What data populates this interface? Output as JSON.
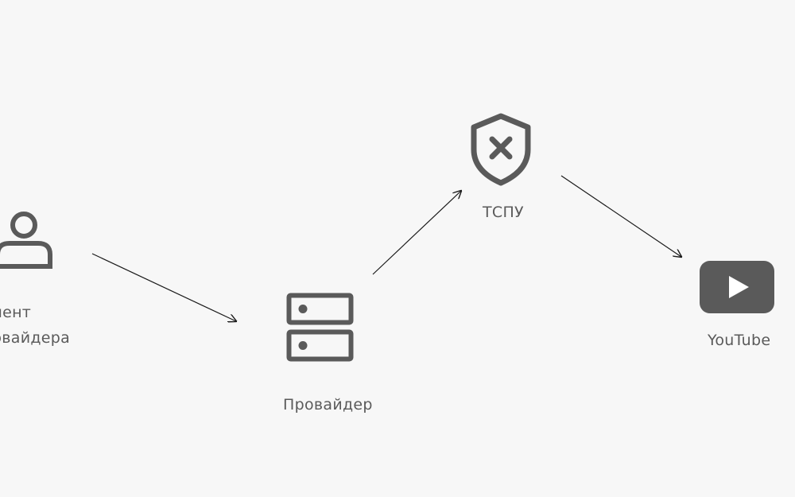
{
  "nodes": {
    "client": {
      "label_line1": "лиент",
      "label_line2": "ровайдера",
      "icon": "user-icon"
    },
    "provider": {
      "label": "Провайдер",
      "icon": "server-icon"
    },
    "tspu": {
      "label": "ТСПУ",
      "icon": "shield-x-icon"
    },
    "youtube": {
      "label": "YouTube",
      "icon": "youtube-play-icon"
    }
  },
  "edges": [
    {
      "from": "client",
      "to": "provider"
    },
    {
      "from": "provider",
      "to": "tspu"
    },
    {
      "from": "tspu",
      "to": "youtube"
    }
  ],
  "colors": {
    "background": "#f7f7f7",
    "icon": "#5a5a5a",
    "arrow": "#1a1a1a",
    "text": "#5a5a5a"
  }
}
